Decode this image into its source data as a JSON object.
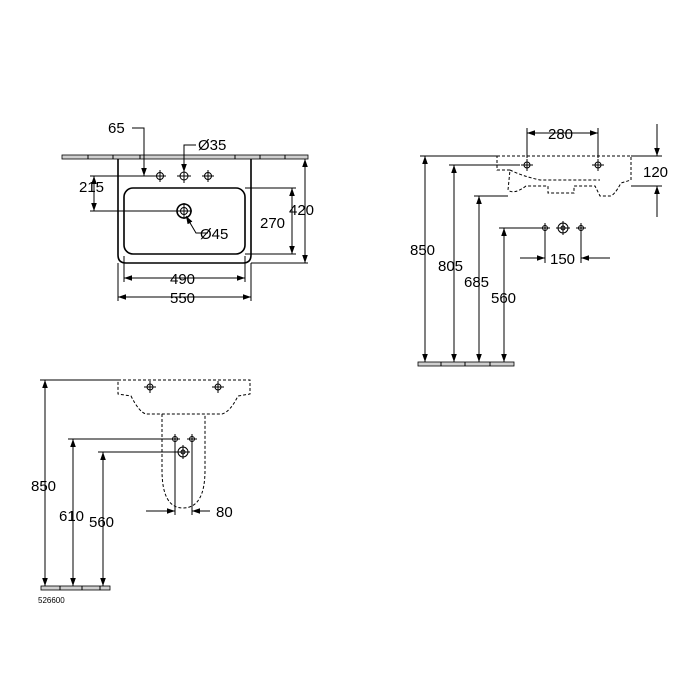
{
  "top_view": {
    "dim_65": "65",
    "dim_dia35": "Ø35",
    "dim_215": "215",
    "dim_270": "270",
    "dim_420": "420",
    "dim_dia45": "Ø45",
    "dim_490": "490",
    "dim_550": "550"
  },
  "side_view": {
    "dim_280": "280",
    "dim_120": "120",
    "dim_850": "850",
    "dim_805": "805",
    "dim_685": "685",
    "dim_560": "560",
    "dim_150": "150"
  },
  "front_view": {
    "dim_850": "850",
    "dim_610": "610",
    "dim_560": "560",
    "dim_80": "80"
  },
  "article_number": "526600"
}
